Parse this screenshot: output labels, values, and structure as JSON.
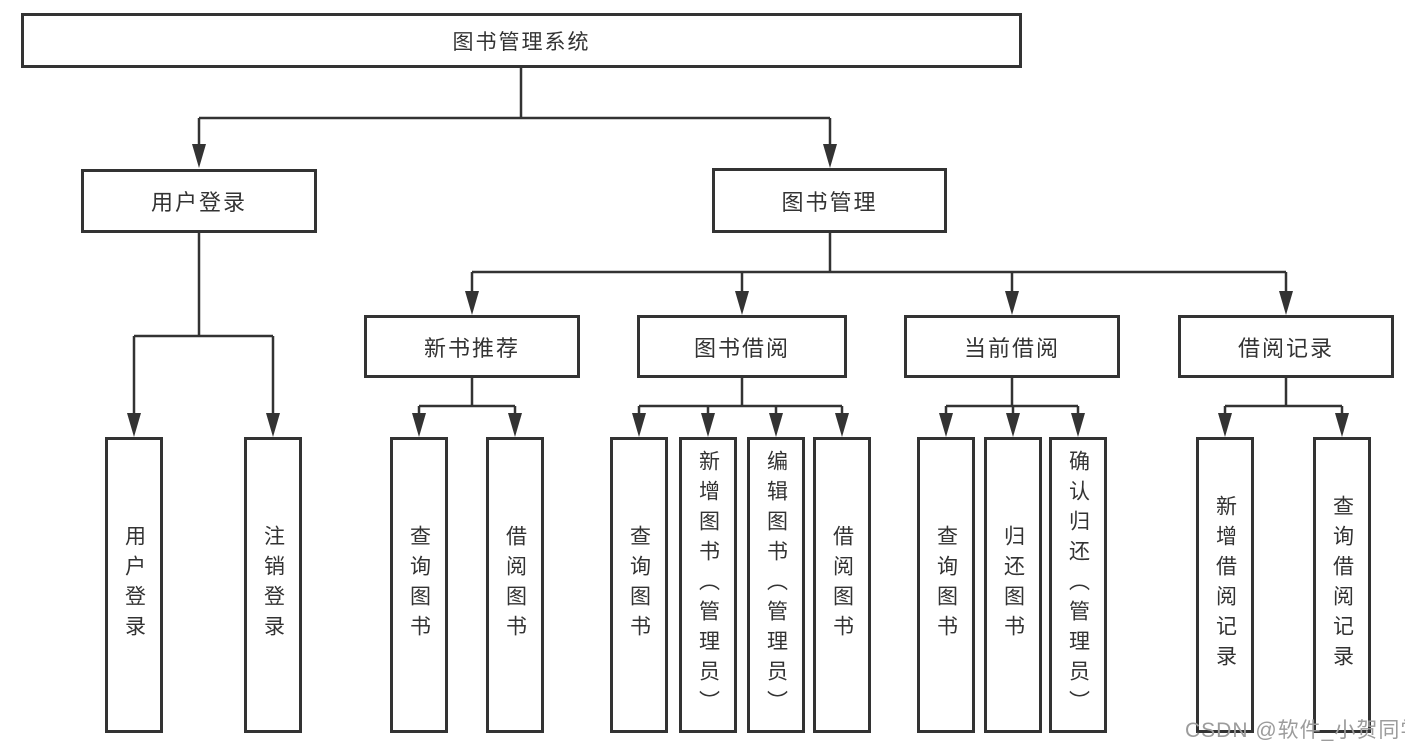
{
  "diagram": {
    "root": {
      "label": "图书管理系统"
    },
    "level2": {
      "user_login": {
        "label": "用户登录"
      },
      "book_mgmt": {
        "label": "图书管理"
      }
    },
    "level3": {
      "new_books": {
        "label": "新书推荐"
      },
      "book_borrow": {
        "label": "图书借阅"
      },
      "current_borrow": {
        "label": "当前借阅"
      },
      "borrow_records": {
        "label": "借阅记录"
      }
    },
    "leaves": {
      "user_login": [
        "用户登录",
        "注销登录"
      ],
      "new_books": [
        "查询图书",
        "借阅图书"
      ],
      "book_borrow": [
        "查询图书",
        "新增图书（管理员）",
        "编辑图书（管理员）",
        "借阅图书"
      ],
      "current_borrow": [
        "查询图书",
        "归还图书",
        "确认归还（管理员）"
      ],
      "borrow_records": [
        "新增借阅记录",
        "查询借阅记录"
      ]
    }
  },
  "watermark": "CSDN @软件_小贺同学",
  "colors": {
    "line": "#333333",
    "box_border": "#333333",
    "text": "#333333",
    "watermark": "#9c9c9c",
    "background": "#ffffff"
  }
}
